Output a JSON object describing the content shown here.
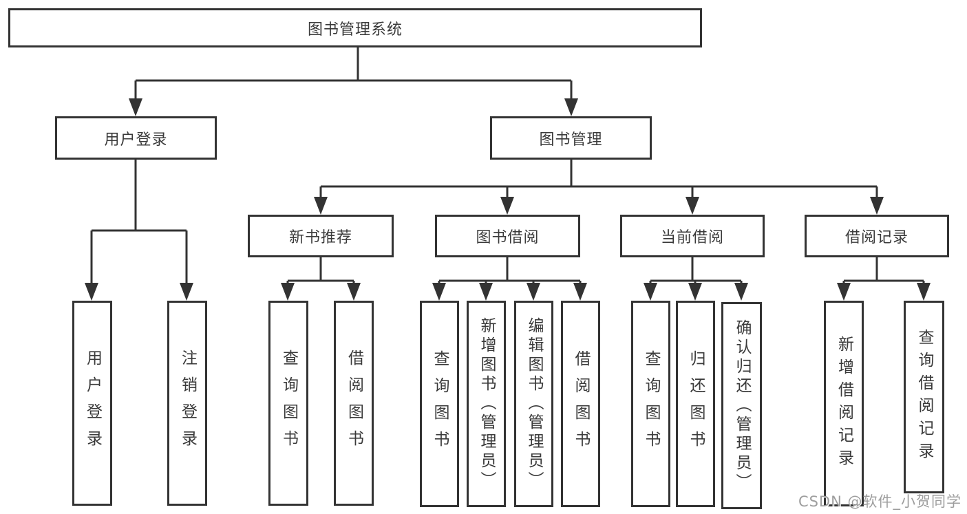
{
  "diagram_type": "tree",
  "tree": {
    "label": "图书管理系统",
    "children": [
      {
        "label": "用户登录",
        "children": [
          {
            "label": "用户登录"
          },
          {
            "label": "注销登录"
          }
        ]
      },
      {
        "label": "图书管理",
        "children": [
          {
            "label": "新书推荐",
            "children": [
              {
                "label": "查询图书"
              },
              {
                "label": "借阅图书"
              }
            ]
          },
          {
            "label": "图书借阅",
            "children": [
              {
                "label": "查询图书"
              },
              {
                "label": "新增图书（管理员）"
              },
              {
                "label": "编辑图书（管理员）"
              },
              {
                "label": "借阅图书"
              }
            ]
          },
          {
            "label": "当前借阅",
            "children": [
              {
                "label": "查询图书"
              },
              {
                "label": "归还图书"
              },
              {
                "label": "确认归还（管理员）"
              }
            ]
          },
          {
            "label": "借阅记录",
            "children": [
              {
                "label": "新增借阅记录"
              },
              {
                "label": "查询借阅记录"
              }
            ]
          }
        ]
      }
    ]
  },
  "watermark": {
    "text": "CSDN @软件_小贺同学"
  },
  "colors": {
    "line": "#333333",
    "box_border": "#333333",
    "text": "#3a3a3a",
    "watermark": "#9e9e9e",
    "background": "#ffffff"
  }
}
